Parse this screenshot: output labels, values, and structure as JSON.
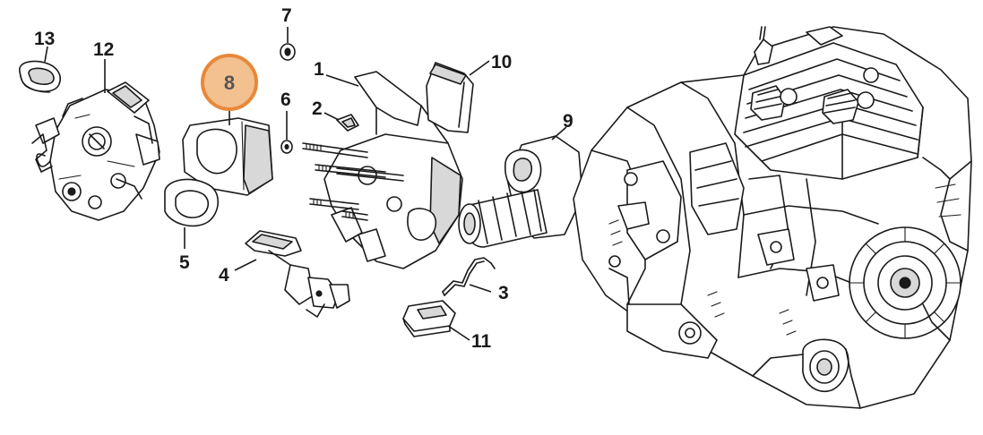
{
  "parts": [
    {
      "number": "1",
      "name_key": "manifold-flange"
    },
    {
      "number": "2",
      "name_key": "clip"
    },
    {
      "number": "3",
      "name_key": "spring"
    },
    {
      "number": "4",
      "name_key": "throttle-rod"
    },
    {
      "number": "5",
      "name_key": "gasket"
    },
    {
      "number": "6",
      "name_key": "washer"
    },
    {
      "number": "7",
      "name_key": "nut"
    },
    {
      "number": "8",
      "name_key": "carburetor-spacer"
    },
    {
      "number": "9",
      "name_key": "intake-manifold"
    },
    {
      "number": "10",
      "name_key": "baffle"
    },
    {
      "number": "11",
      "name_key": "bracket"
    },
    {
      "number": "12",
      "name_key": "carburetor"
    },
    {
      "number": "13",
      "name_key": "grommet"
    }
  ],
  "highlight": {
    "number": "8",
    "ring_color": "#e8883a",
    "fill_color": "#f3c08f",
    "text_color": "#555555"
  },
  "colors": {
    "line": "#1a1a1a",
    "background": "#ffffff"
  }
}
